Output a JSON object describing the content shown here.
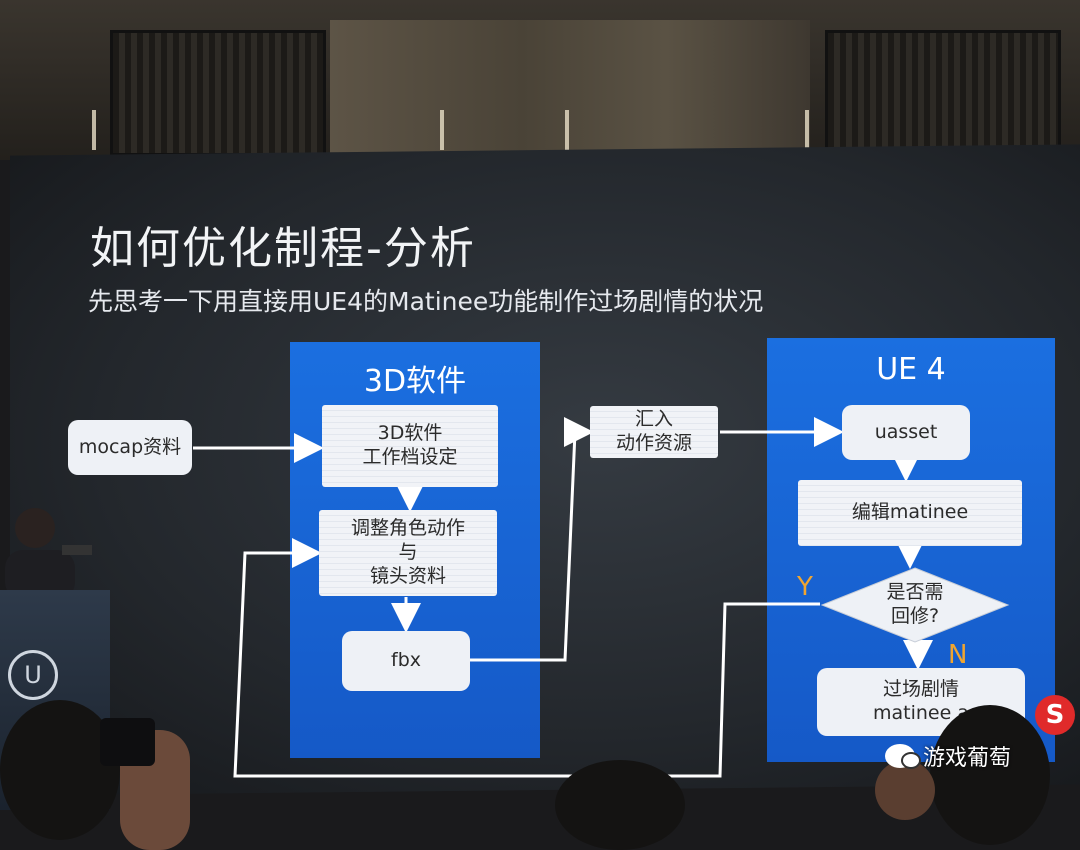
{
  "slide": {
    "title": "如何优化制程-分析",
    "subtitle": "先思考一下用直接用UE4的Matinee功能制作过场剧情的状况"
  },
  "panels": {
    "software_3d": "3D软件",
    "ue4": "UE 4"
  },
  "nodes": {
    "mocap": "mocap资料",
    "settings_line1": "3D软件",
    "settings_line2": "工作档设定",
    "adjust_line1": "调整角色动作",
    "adjust_line2": "与",
    "adjust_line3": "镜头资料",
    "fbx": "fbx",
    "import_line1": "汇入",
    "import_line2": "动作资源",
    "uasset": "uasset",
    "edit_matinee": "编辑matinee",
    "decision_line1": "是否需",
    "decision_line2": "回修?",
    "cutscene_line1": "过场剧情",
    "cutscene_line2": "matinee a"
  },
  "labels": {
    "yes": "Y",
    "no": "N"
  },
  "watermark": "游戏葡萄",
  "colors": {
    "panel_blue": "#1b6fe0",
    "box_fill": "#eef1f6",
    "arrow": "#ffffff",
    "yn_label": "#f0a530"
  }
}
